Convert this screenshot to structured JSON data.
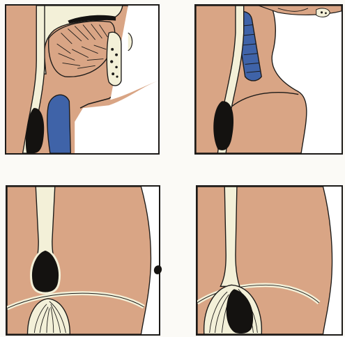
{
  "figure": {
    "panels": [
      {
        "name": "head-neck-sagittal",
        "label": ""
      },
      {
        "name": "neck-upper-chest",
        "label": ""
      },
      {
        "name": "lower-esophagus-diaphragm",
        "label": ""
      },
      {
        "name": "esophagus-stomach-junction",
        "label": ""
      }
    ]
  },
  "colors": {
    "skin": "#d9a585",
    "skin_shadow": "#c98f70",
    "outline": "#1c1a18",
    "tube": "#f3f0d8",
    "bolus": "#141210",
    "trachea": "#3f63a8",
    "background": "#ffffff"
  },
  "icons": {
    "tongue": "striated-muscle-icon",
    "bolus": "food-bolus-icon",
    "trachea": "trachea-icon",
    "stomach": "stomach-icon"
  }
}
